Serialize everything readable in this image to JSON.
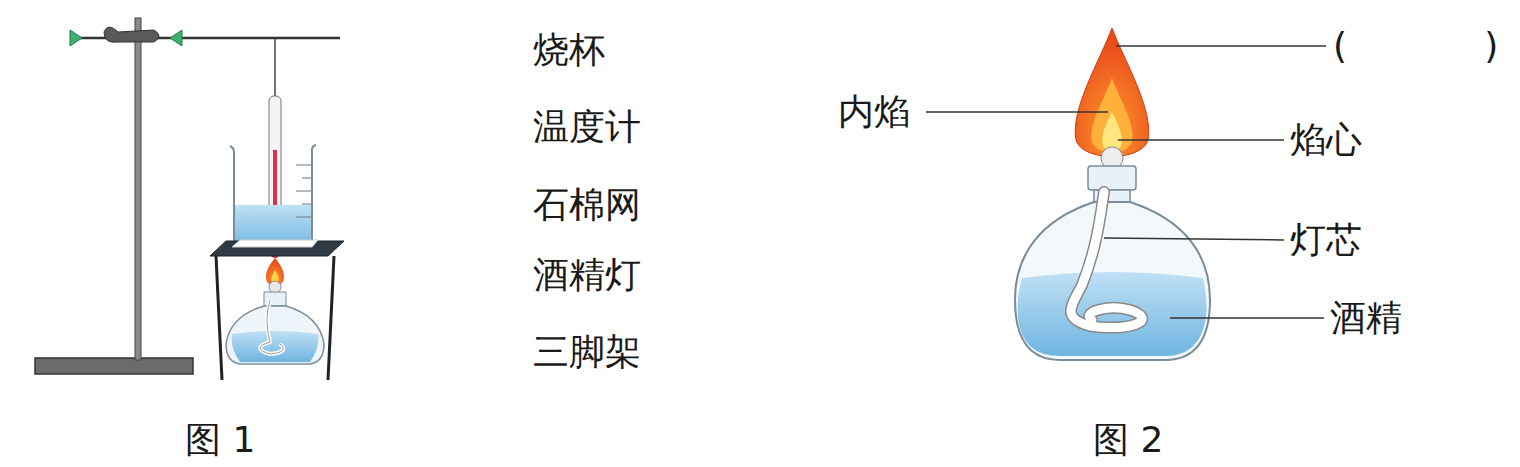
{
  "diagram": {
    "labels": [
      "烧杯",
      "温度计",
      "石棉网",
      "酒精灯",
      "三脚架",
      "图 1",
      "(            )",
      "内焰",
      "焰心",
      "灯芯",
      "酒精",
      "图 2"
    ]
  }
}
